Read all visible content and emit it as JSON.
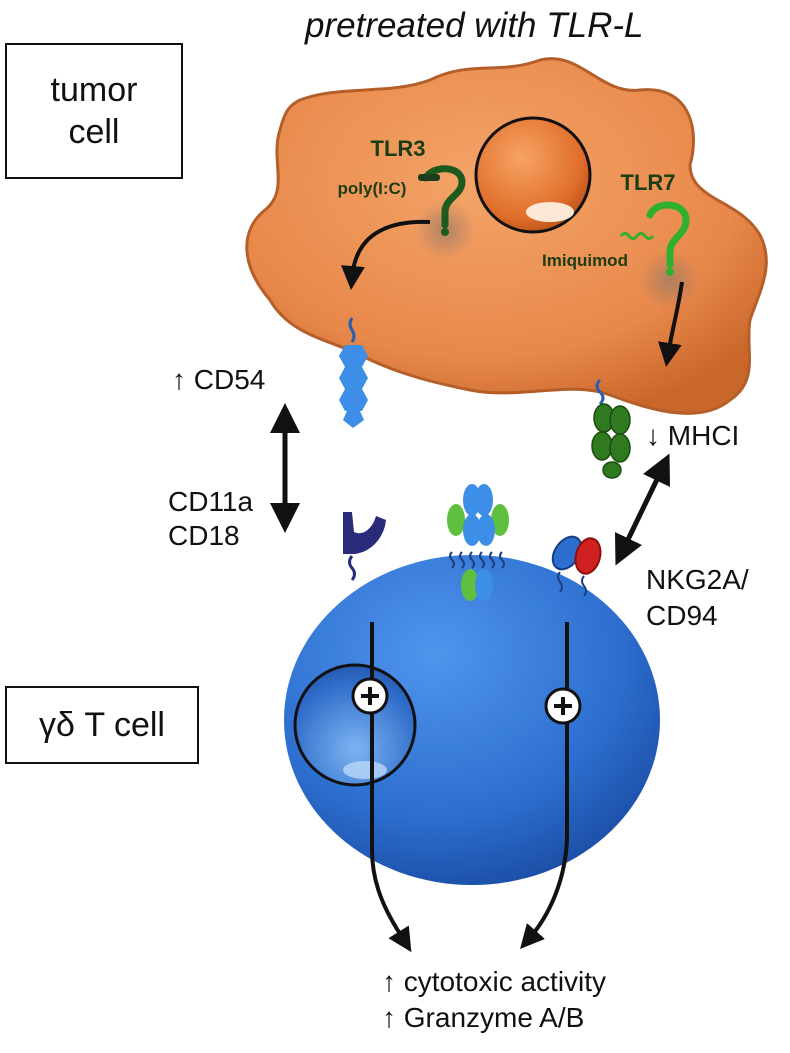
{
  "title": "pretreated with TLR-L",
  "boxes": {
    "tumor_line1": "tumor",
    "tumor_line2": "cell",
    "tcell": "γδ T cell"
  },
  "receptors": {
    "tlr3": "TLR3",
    "tlr3_ligand": "poly(I:C)",
    "tlr7": "TLR7",
    "tlr7_ligand": "Imiquimod"
  },
  "labels": {
    "cd54": "↑ CD54",
    "mhci": "↓ MHCI",
    "cd11a": "CD11a",
    "cd18": "CD18",
    "nkg2a": "NKG2A/",
    "cd94": "CD94",
    "cytotoxic": "↑ cytotoxic activity",
    "granzyme": "↑ Granzyme A/B"
  },
  "colors": {
    "tumor": "#e8884a",
    "tcell": "#2d6fd0",
    "receptor_green": "#2e8a2e",
    "cd54_blue": "#3d8ee6",
    "integrin_navy": "#2a2a7a",
    "nkg2a_red": "#d02020"
  }
}
